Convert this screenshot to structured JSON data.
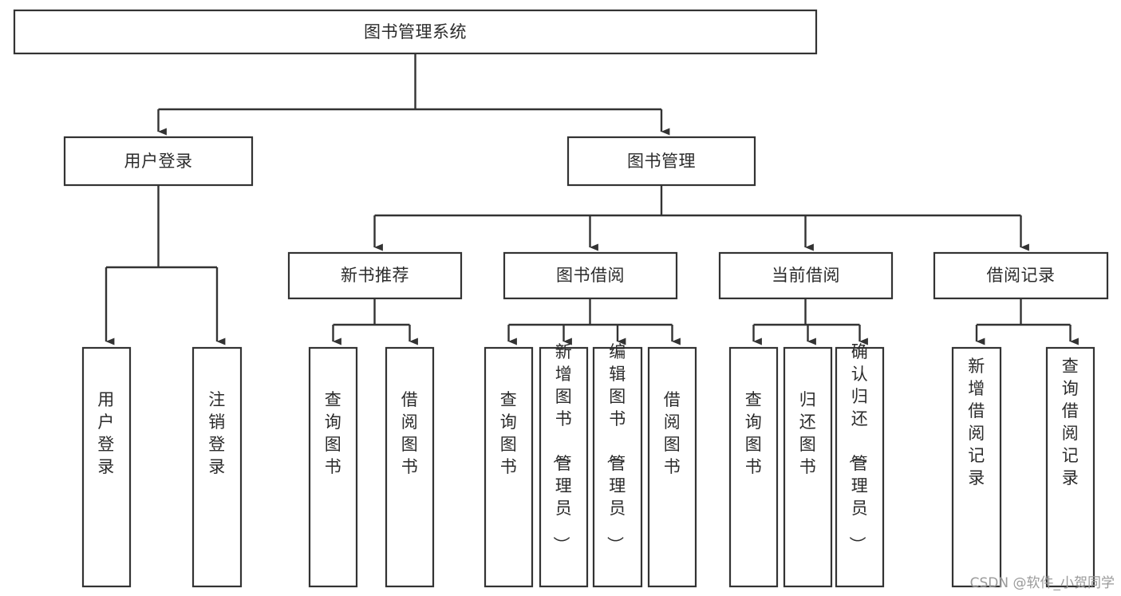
{
  "diagram": {
    "type": "tree",
    "title": "图书管理系统",
    "watermark": "CSDN @软件_小贺同学",
    "colors": {
      "box_stroke": "#333333",
      "box_fill": "#ffffff",
      "text": "#2b2b2b",
      "connector": "#333333",
      "watermark": "#9a9a9a",
      "background": "#ffffff"
    },
    "root": {
      "label": "图书管理系统"
    },
    "level2": [
      {
        "label": "用户登录"
      },
      {
        "label": "图书管理"
      }
    ],
    "level3": [
      {
        "label": "新书推荐"
      },
      {
        "label": "图书借阅"
      },
      {
        "label": "当前借阅"
      },
      {
        "label": "借阅记录"
      }
    ],
    "leaves": {
      "user_login": [
        {
          "label": "用户登录"
        },
        {
          "label": "注销登录"
        }
      ],
      "new_book_recommend": [
        {
          "label": "查询图书"
        },
        {
          "label": "借阅图书"
        }
      ],
      "book_borrow": [
        {
          "label": "查询图书"
        },
        {
          "label": "新增图书（管理员）"
        },
        {
          "label": "编辑图书（管理员）"
        },
        {
          "label": "借阅图书"
        }
      ],
      "current_borrow": [
        {
          "label": "查询图书"
        },
        {
          "label": "归还图书"
        },
        {
          "label": "确认归还（管理员）"
        }
      ],
      "borrow_record": [
        {
          "label": "新增借阅记录"
        },
        {
          "label": "查询借阅记录"
        }
      ]
    }
  }
}
